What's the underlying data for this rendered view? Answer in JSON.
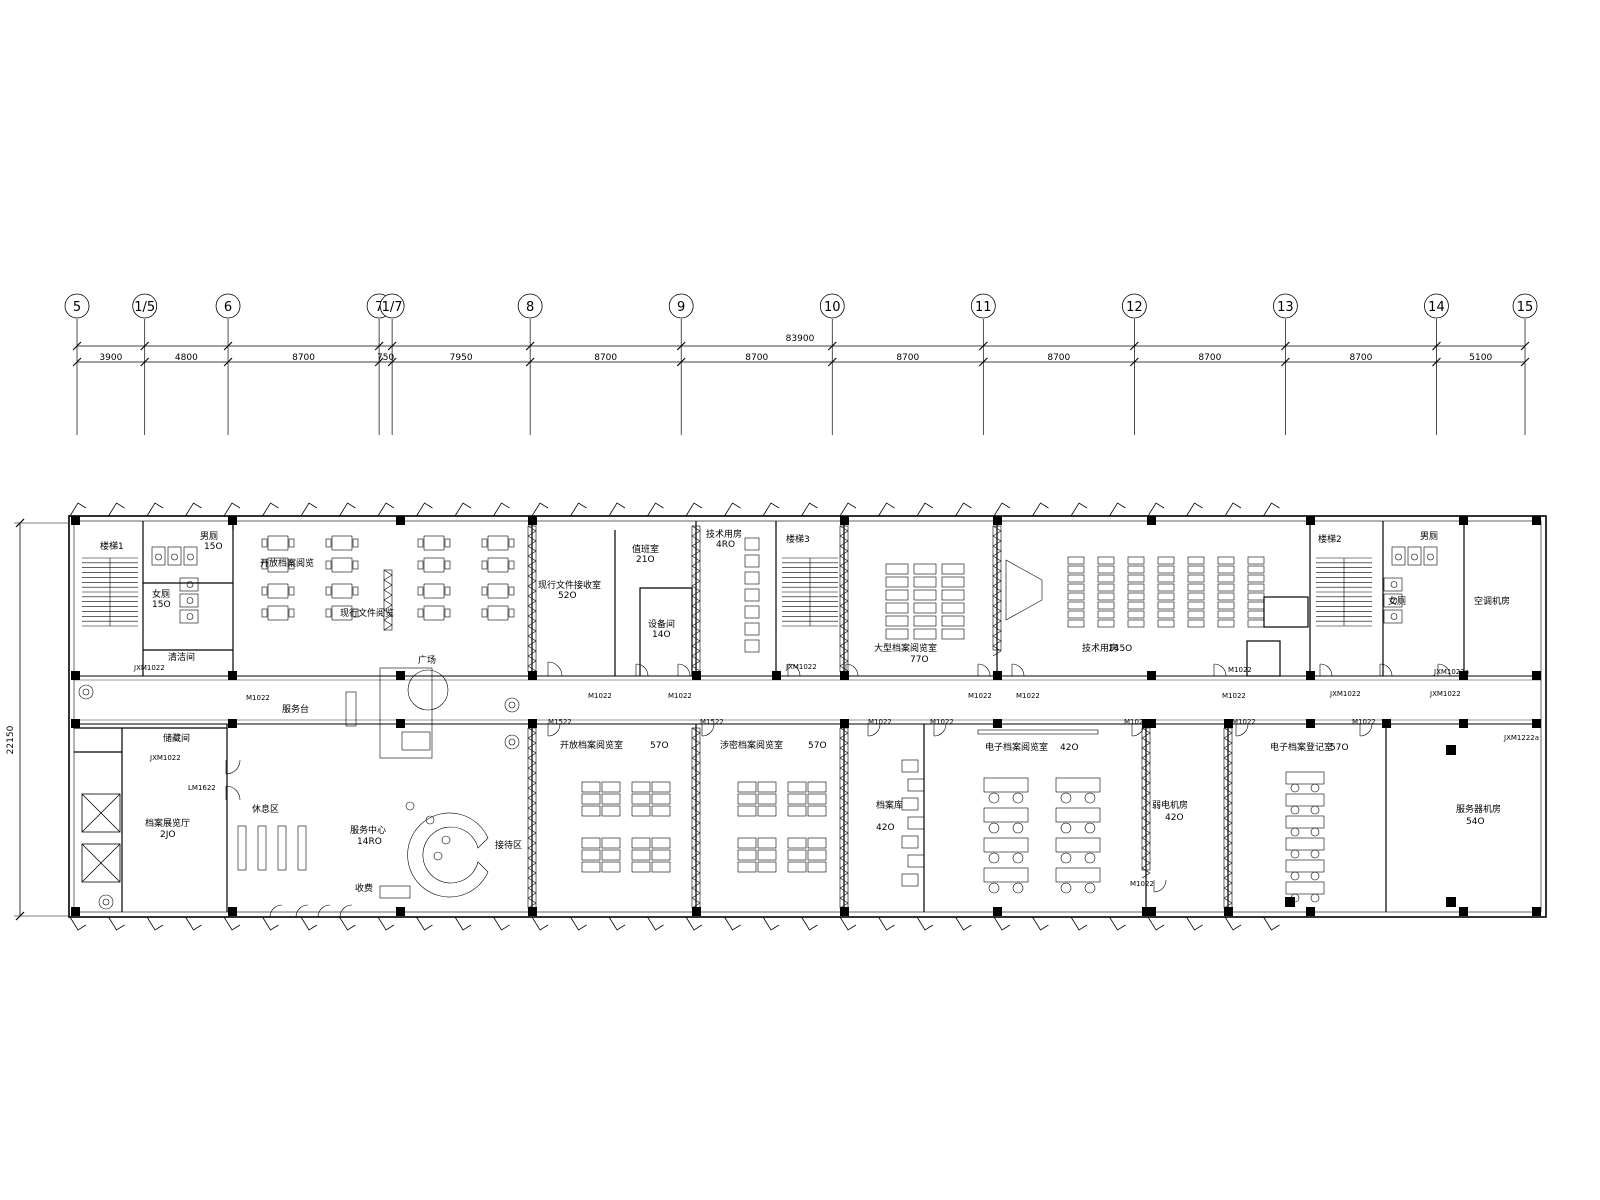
{
  "total_dimension": "83900",
  "height_dimension": "22150",
  "grid_lines": [
    {
      "label": "5",
      "pos": 0
    },
    {
      "label": "1/5",
      "pos": 3900
    },
    {
      "label": "6",
      "pos": 8700
    },
    {
      "label": "7",
      "pos": 17400
    },
    {
      "label": "1/7",
      "pos": 18150
    },
    {
      "label": "8",
      "pos": 26100
    },
    {
      "label": "9",
      "pos": 34800
    },
    {
      "label": "10",
      "pos": 43500
    },
    {
      "label": "11",
      "pos": 52200
    },
    {
      "label": "12",
      "pos": 60900
    },
    {
      "label": "13",
      "pos": 69600
    },
    {
      "label": "14",
      "pos": 78300
    },
    {
      "label": "15",
      "pos": 83400
    }
  ],
  "spans": [
    "3900",
    "4800",
    "8700",
    "750",
    "7950",
    "8700",
    "8700",
    "8700",
    "8700",
    "8700",
    "8700",
    "5100"
  ],
  "rooms": [
    {
      "id": "stair-1",
      "label": "楼梯1"
    },
    {
      "id": "wc-male-1",
      "label": "男厕"
    },
    {
      "id": "wc-female-1",
      "label": "女厕"
    },
    {
      "id": "cleaning-1",
      "label": "清洁间"
    },
    {
      "id": "reading-area-open",
      "label": "开放档案阅览"
    },
    {
      "id": "office-doc-reading",
      "label": "现行文件阅览"
    },
    {
      "id": "service-desk",
      "label": "服务台"
    },
    {
      "id": "plaza",
      "label": "广场"
    },
    {
      "id": "storage",
      "label": "储藏间"
    },
    {
      "id": "archive-exhibit",
      "label": "档案展览厅"
    },
    {
      "id": "rest-area",
      "label": "休息区"
    },
    {
      "id": "service-center",
      "label": "服务中心"
    },
    {
      "id": "cashier",
      "label": "收费"
    },
    {
      "id": "reception",
      "label": "接待区"
    },
    {
      "id": "office-doc-room",
      "label": "现行文件接收室"
    },
    {
      "id": "duty-room",
      "label": "值班室"
    },
    {
      "id": "equipment-room",
      "label": "设备间"
    },
    {
      "id": "tech-room",
      "label": "技术用房"
    },
    {
      "id": "stair-3",
      "label": "楼梯3"
    },
    {
      "id": "large-reading",
      "label": "大型档案阅览室"
    },
    {
      "id": "tech-office",
      "label": "技术用房"
    },
    {
      "id": "stair-2",
      "label": "楼梯2"
    },
    {
      "id": "wc-male-2",
      "label": "男厕"
    },
    {
      "id": "wc-female-2",
      "label": "女厕"
    },
    {
      "id": "ac-room",
      "label": "空调机房"
    },
    {
      "id": "open-reading-1",
      "label": "开放档案阅览室"
    },
    {
      "id": "confidential-reading",
      "label": "涉密档案阅览室"
    },
    {
      "id": "doc-center",
      "label": "档案库"
    },
    {
      "id": "electronic-reading",
      "label": "电子档案阅览室"
    },
    {
      "id": "weak-current",
      "label": "弱电机房"
    },
    {
      "id": "e-doc-room",
      "label": "电子档案登记室"
    },
    {
      "id": "service-room",
      "label": "服务器机房"
    }
  ],
  "areas": [
    "15O",
    "15O",
    "52O",
    "21O",
    "14O",
    "4RO",
    "77O",
    "145O",
    "2JO",
    "57O",
    "57O",
    "14RO",
    "42O",
    "42O",
    "57O",
    "54O"
  ],
  "door_codes": [
    "JXM1022",
    "JXM1022",
    "M1022",
    "M1022",
    "M1022",
    "M1022",
    "M1022",
    "M1022",
    "M1522",
    "M1522",
    "JXM1022",
    "JXM1022",
    "JXM1022",
    "JXM1022a",
    "M1022",
    "M1022",
    "M1022",
    "M1022",
    "M1022",
    "M1022",
    "M1022",
    "JXM1222a",
    "LM1622"
  ]
}
